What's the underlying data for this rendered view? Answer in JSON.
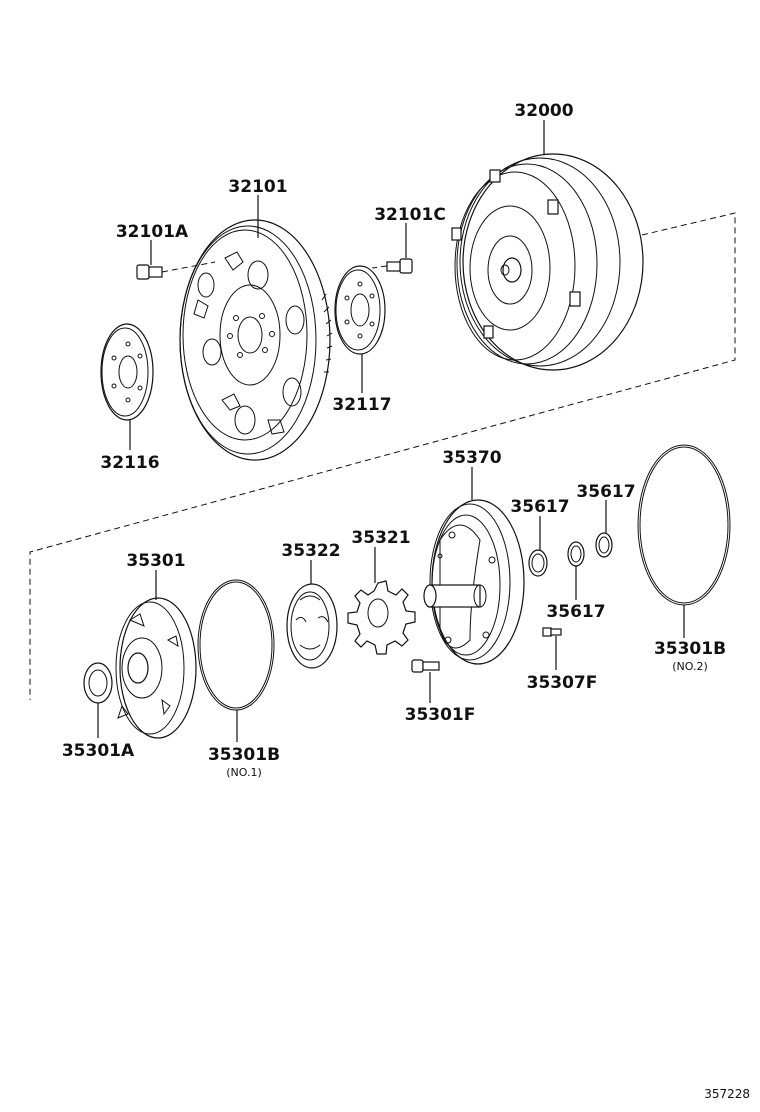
{
  "diagram_ref": "357228",
  "parts": {
    "p32000": "32000",
    "p32101": "32101",
    "p32101A": "32101A",
    "p32101C": "32101C",
    "p32116": "32116",
    "p32117": "32117",
    "p35370": "35370",
    "p35617_a": "35617",
    "p35617_b": "35617",
    "p35617_c": "35617",
    "p35301": "35301",
    "p35322": "35322",
    "p35321": "35321",
    "p35301A": "35301A",
    "p35301B_1": "35301B",
    "p35301B_1_note": "(NO.1)",
    "p35301B_2": "35301B",
    "p35301B_2_note": "(NO.2)",
    "p35301F": "35301F",
    "p35307F": "35307F"
  }
}
